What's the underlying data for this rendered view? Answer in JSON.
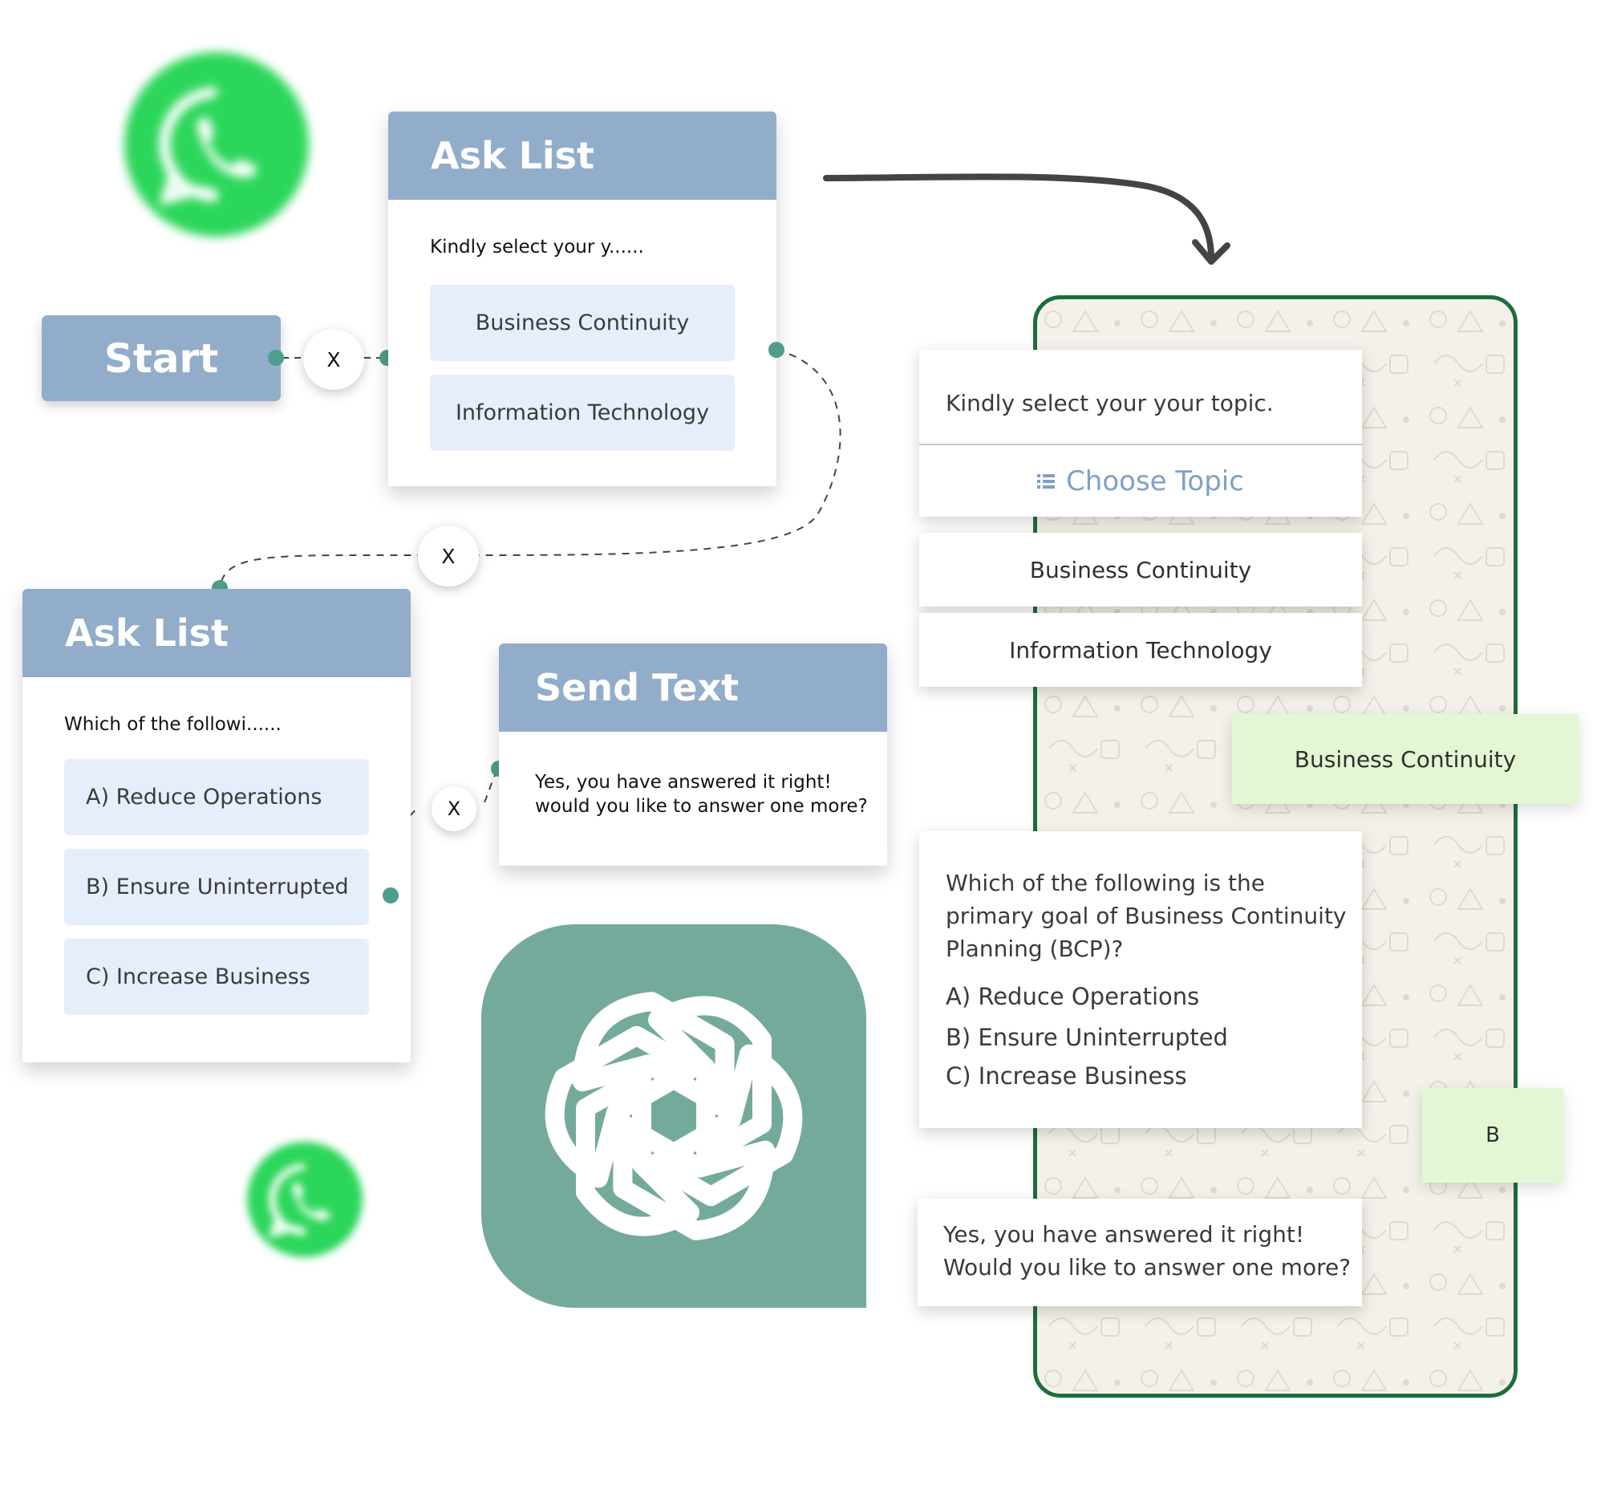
{
  "flow": {
    "start_label": "Start",
    "x_glyph": "X",
    "ask_list_1": {
      "title": "Ask List",
      "prompt": "Kindly select your y......",
      "options": [
        "Business Continuity",
        "Information Technology"
      ]
    },
    "ask_list_2": {
      "title": "Ask List",
      "prompt": "Which of the followi......",
      "options": [
        "A) Reduce Operations",
        "B) Ensure Uninterrupted",
        "C) Increase Business"
      ]
    },
    "send_text": {
      "title": "Send Text",
      "line1": "Yes, you have answered it right!",
      "line2": "would you like to answer one more?"
    }
  },
  "chat": {
    "topic_prompt": "Kindly select your your topic.",
    "choose_topic": "Choose Topic",
    "list_options": [
      "Business Continuity",
      "Information Technology"
    ],
    "user_reply_1": "Business Continuity",
    "question": "Which of the following is the primary goal of Business Continuity Planning (BCP)?",
    "answers": [
      "A) Reduce Operations",
      "B) Ensure Uninterrupted",
      "C) Increase Business"
    ],
    "user_reply_2": "B",
    "confirmation_line1": "Yes, you have answered it right!",
    "confirmation_line2": "Would you like to answer one more?"
  },
  "icons": {
    "whatsapp": "whatsapp-logo",
    "openai": "openai-logo",
    "list": "list-icon",
    "arrow": "curved-arrow"
  },
  "colors": {
    "node_header": "#92adc9",
    "option_bg": "#e6eefb",
    "connector": "#4f9e8b",
    "phone_border": "#1c6e3a",
    "reply_bg": "#e4f7d4",
    "openai_bg": "#74aa9c",
    "whatsapp_green": "#25d366"
  }
}
